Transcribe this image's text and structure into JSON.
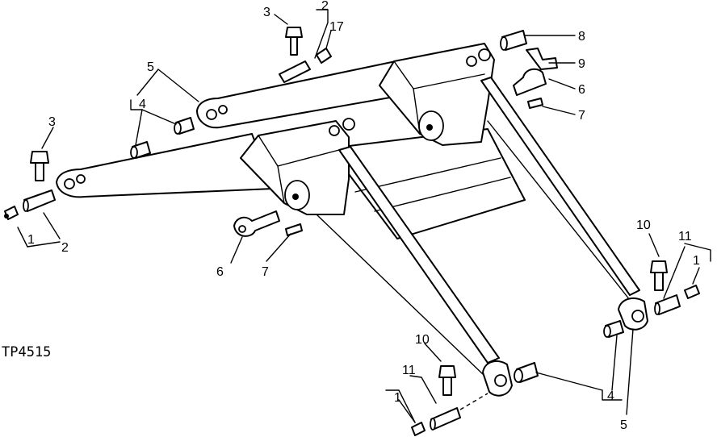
{
  "figure_code": "TP4515",
  "labels": {
    "l1": "1",
    "l2": "2",
    "l3": "3",
    "l4": "4",
    "l5": "5",
    "l6": "6",
    "l7": "7",
    "l8": "8",
    "l9": "9",
    "l10": "10",
    "l11": "11",
    "l17": "17"
  },
  "colors": {
    "ink": "#000000",
    "paper": "#ffffff"
  }
}
